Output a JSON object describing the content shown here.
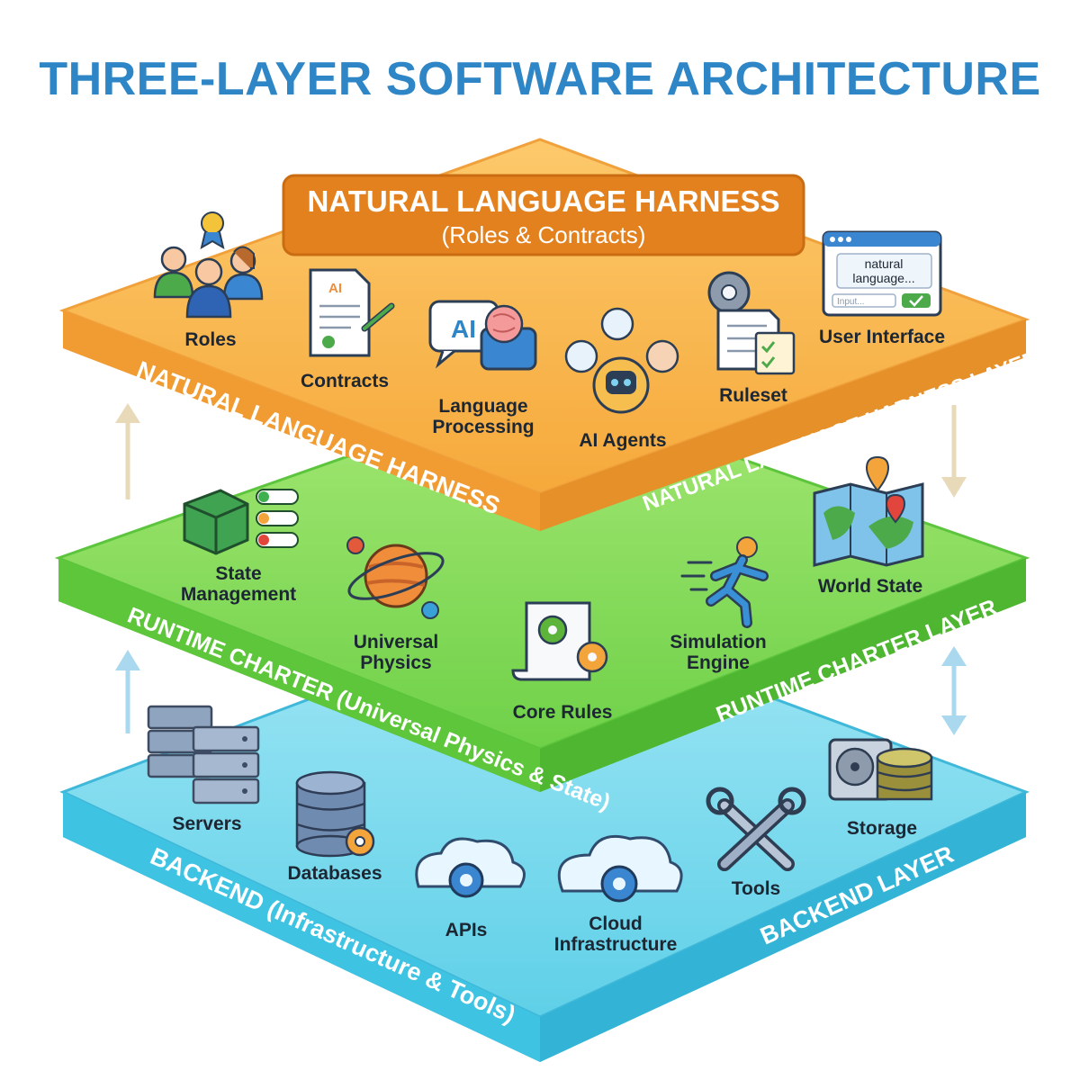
{
  "title": "THREE-LAYER SOFTWARE ARCHITECTURE",
  "colors": {
    "title": "#2f86c6",
    "harness": "#f6a93b",
    "runtime": "#7ed957",
    "backend": "#5fd0e8"
  },
  "harness": {
    "banner_title": "NATURAL LANGUAGE HARNESS",
    "banner_subtitle": "(Roles & Contracts)",
    "edge_left": "NATURAL LANGUAGE HARNESS",
    "edge_right": "NATURAL LANGUAGE HARNESS LAYER",
    "items": {
      "roles": "Roles",
      "contracts": "Contracts",
      "language_processing_1": "Language",
      "language_processing_2": "Processing",
      "ai_agents": "AI Agents",
      "ruleset": "Ruleset",
      "user_interface": "User Interface"
    },
    "icon_text": {
      "ai_doc": "AI",
      "ai_bubble": "AI",
      "ui_text_1": "natural",
      "ui_text_2": "language...",
      "ui_input": "Input..."
    }
  },
  "runtime": {
    "edge_left": "RUNTIME CHARTER (Universal Physics & State)",
    "edge_right": "RUNTIME CHARTER LAYER",
    "items": {
      "state_management_1": "State",
      "state_management_2": "Management",
      "universal_physics_1": "Universal",
      "universal_physics_2": "Physics",
      "core_rules": "Core Rules",
      "simulation_engine_1": "Simulation",
      "simulation_engine_2": "Engine",
      "world_state": "World State"
    }
  },
  "backend": {
    "edge_left": "BACKEND (Infrastructure & Tools)",
    "edge_right": "BACKEND LAYER",
    "items": {
      "servers": "Servers",
      "databases": "Databases",
      "apis": "APIs",
      "cloud_infrastructure_1": "Cloud",
      "cloud_infrastructure_2": "Infrastructure",
      "tools": "Tools",
      "storage": "Storage"
    }
  },
  "icons": [
    "roles-icon",
    "contracts-icon",
    "language-processing-icon",
    "ai-agents-icon",
    "ruleset-icon",
    "user-interface-icon",
    "state-management-icon",
    "universal-physics-icon",
    "core-rules-icon",
    "simulation-engine-icon",
    "world-state-icon",
    "servers-icon",
    "databases-icon",
    "apis-icon",
    "cloud-infrastructure-icon",
    "tools-icon",
    "storage-icon"
  ]
}
